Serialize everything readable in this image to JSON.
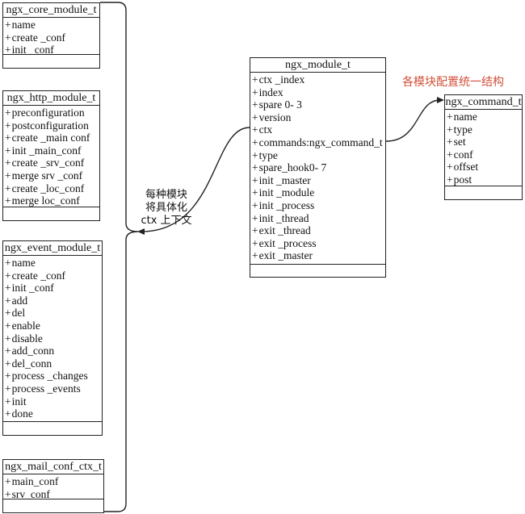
{
  "modules": {
    "core": {
      "title": "ngx_core_module_t",
      "fields": [
        "name",
        "create _conf",
        "init _conf"
      ]
    },
    "http": {
      "title": "ngx_http_module_t",
      "fields": [
        "preconfiguration",
        "postconfiguration",
        "create _main conf",
        "init _main_conf",
        "create _srv_conf",
        "merge srv _conf",
        "create _loc_conf",
        "merge loc_conf"
      ]
    },
    "event": {
      "title": "ngx_event_module_t",
      "fields": [
        "name",
        "create _conf",
        "init _conf",
        "add",
        "del",
        "enable",
        "disable",
        "add_conn",
        "del_conn",
        "process _changes",
        "process _events",
        "init",
        "done"
      ]
    },
    "mail": {
      "title": "ngx_mail_conf_ctx_t",
      "fields": [
        "main_conf",
        "srv_conf"
      ]
    }
  },
  "ngx_module": {
    "title": "ngx_module_t",
    "fields": [
      "ctx _index",
      "index",
      "spare 0- 3",
      "version",
      "ctx",
      "commands:ngx_command_t",
      "type",
      "spare_hook0- 7",
      "init _master",
      "init _module",
      "init _process",
      "init _thread",
      "exit _thread",
      "exit _process",
      "exit _master"
    ]
  },
  "ngx_command": {
    "title": "ngx_command_t",
    "fields": [
      "name",
      "type",
      "set",
      "conf",
      "offset",
      "post"
    ]
  },
  "annotations": {
    "ctx_line1": "每种模块",
    "ctx_line2": "将具体化",
    "ctx_line3": "ctx 上下文",
    "unify": "各模块配置统一结构",
    "unify_color": "#d2503a"
  }
}
